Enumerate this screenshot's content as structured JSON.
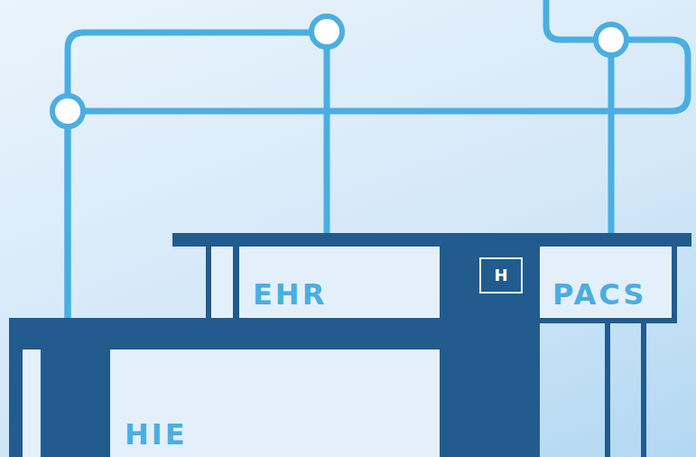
{
  "diagram": {
    "nodes": [
      {
        "text": [
          "EHR"
        ]
      },
      {
        "text": [
          "H"
        ]
      },
      {
        "text": [
          "PACS"
        ]
      },
      {
        "text": [
          "HIE"
        ]
      }
    ],
    "edges": [
      {
        "from": 0,
        "to": 3,
        "arrow": "none"
      },
      {
        "from": 2,
        "to": 3,
        "arrow": "none"
      }
    ]
  }
}
